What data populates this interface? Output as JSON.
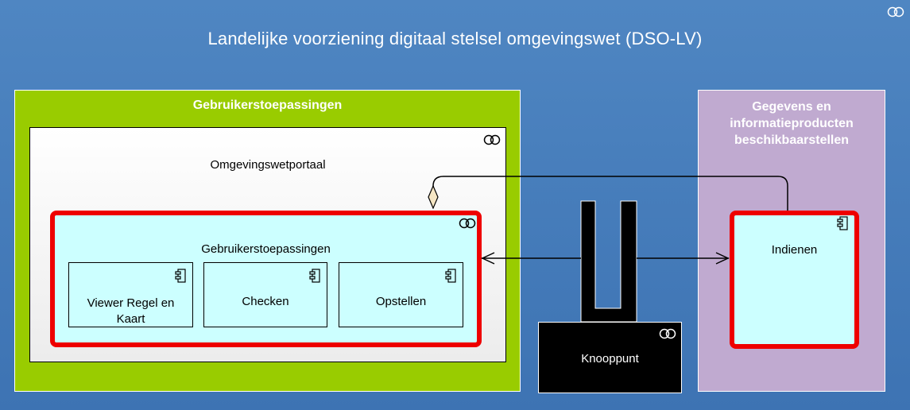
{
  "diagram": {
    "title": "Landelijke voorziening digitaal stelsel omgevingswet (DSO-LV)",
    "groups": {
      "left": {
        "label": "Gebruikerstoepassingen",
        "color": "#99cc00"
      },
      "right": {
        "label_lines": [
          "Gegevens en",
          "informatieproducten",
          "beschikbaarstellen"
        ],
        "color": "#c0aad0"
      }
    },
    "portal": {
      "label": "Omgevingswetportaal"
    },
    "applications": {
      "label": "Gebruikerstoepassingen",
      "components": [
        {
          "label_lines": [
            "Viewer Regel en",
            "Kaart"
          ]
        },
        {
          "label_lines": [
            "Checken"
          ]
        },
        {
          "label_lines": [
            "Opstellen"
          ]
        }
      ]
    },
    "node": {
      "label": "Knooppunt"
    },
    "service": {
      "label": "Indienen"
    },
    "colors": {
      "background": "#4a80bf",
      "highlight_border": "#ee0000",
      "component_fill": "#ccffff"
    },
    "icons": {
      "service": "service-icon",
      "component": "component-icon",
      "aggregation": "aggregation-diamond"
    }
  }
}
